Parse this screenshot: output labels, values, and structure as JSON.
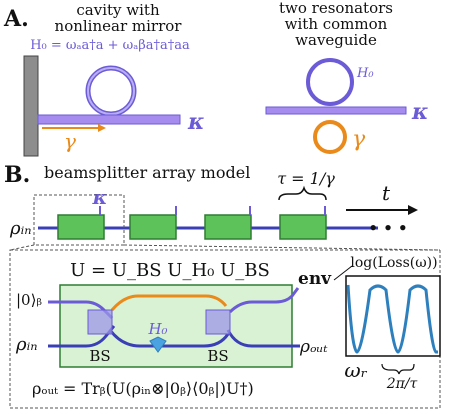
{
  "panel_a": {
    "letter": "A.",
    "left_caption_line1": "cavity with",
    "left_caption_line2": "nonlinear mirror",
    "hamiltonian": "H₀ = ωₐa†a + ωₐβa†a†aa",
    "kappa": "κ",
    "gamma": "γ",
    "right_caption_line1": "two resonators",
    "right_caption_line2": "with common",
    "right_caption_line3": "waveguide",
    "ring_label": "H₀",
    "kappa_right": "κ",
    "gamma_right": "γ"
  },
  "panel_b": {
    "letter": "B.",
    "title": "beamsplitter array model",
    "kappa": "κ",
    "tau": "τ = 1/γ",
    "time": "t",
    "rho_in_top": "ρᵢₙ",
    "ellipsis": "• • •",
    "unitary": "U = U_BS U_H₀ U_BS",
    "env": "env",
    "ket_b": "|0⟩ᵦ",
    "rho_in": "ρᵢₙ",
    "bs_left": "BS",
    "bs_right": "BS",
    "h0": "H₀",
    "rho_out": "ρₒᵤₜ",
    "rho_out_formula": "ρₒᵤₜ = Trᵦ(U(ρᵢₙ⊗|0ᵦ⟩⟨0ᵦ|)U†)",
    "loss_title": "log(Loss(ω))",
    "omega_r": "ωᵣ",
    "two_pi_tau": "2π/τ"
  },
  "colors": {
    "purple": "#6b5bd6",
    "waveguide": "#a78cf0",
    "orange": "#e98a1b",
    "green": "#5ec25a",
    "green_fill": "#d9f2d3",
    "blue_curve": "#2e7fbd",
    "navy_wire": "#3a3fb5"
  }
}
